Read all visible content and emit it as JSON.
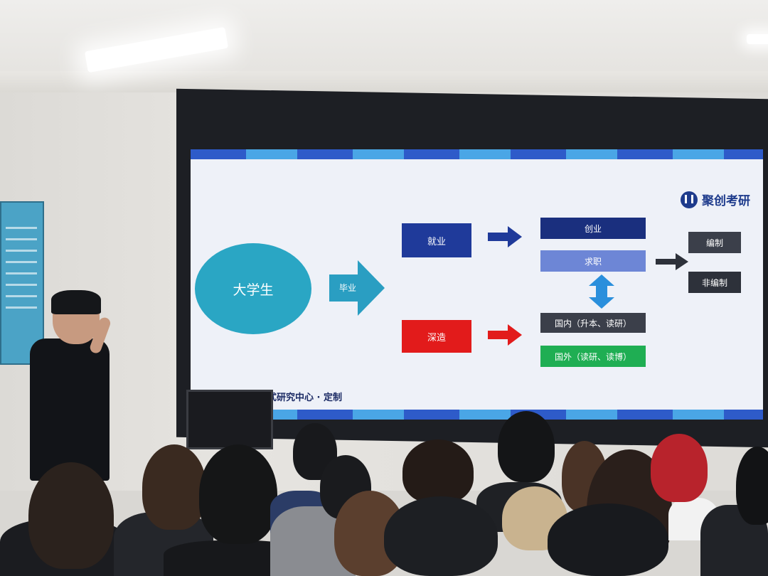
{
  "slide": {
    "brand": "聚创考研",
    "footer": "式研究中心 · 定制",
    "main_node": "大学生",
    "arrow_label": "毕业",
    "branches": {
      "employment": "就业",
      "further_study": "深造"
    },
    "employment_paths": [
      "创业",
      "求职"
    ],
    "study_paths": [
      "国内（升本、读研）",
      "国外（读研、读博）"
    ],
    "job_types": [
      "编制",
      "非编制"
    ]
  },
  "colors": {
    "navy": "#1f3a9a",
    "red": "#e21b1b",
    "teal": "#2aa6c4",
    "green": "#1fae53",
    "charcoal": "#3b3f4a",
    "lavender": "#6d86d6"
  }
}
